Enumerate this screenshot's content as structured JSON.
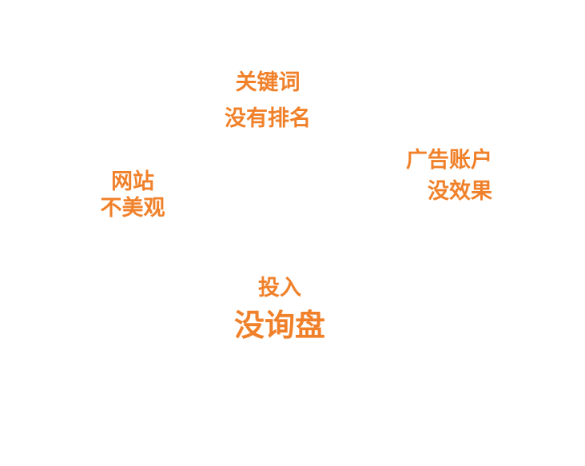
{
  "colors": {
    "accent": "#f0812a",
    "background": "#ffffff"
  },
  "blocks": {
    "keywords": {
      "line1": "关键词",
      "line2": "没有排名"
    },
    "ads": {
      "line1": "广告账户",
      "line2": "没效果"
    },
    "website": {
      "line1": "网站",
      "line2": "不美观"
    },
    "investment": {
      "line1": "投入",
      "line2": "没询盘"
    }
  }
}
